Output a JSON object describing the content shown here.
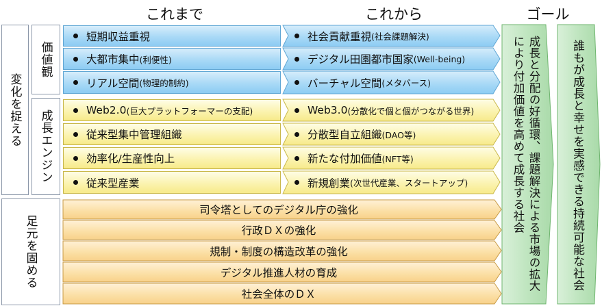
{
  "headers": {
    "current": "これまで",
    "future": "これから",
    "goal": "ゴール"
  },
  "left_labels": {
    "capture_change": "変化を捉える",
    "values": "価値観",
    "growth_engine": "成長エンジン",
    "foundation": "足元を固める"
  },
  "values_rows": [
    {
      "current": "短期収益重視",
      "future_main": "社会貢献重視",
      "future_sub": "(社会課題解決)"
    },
    {
      "current_main": "大都市集中",
      "current_sub": "(利便性)",
      "future_main": "デジタル田園都市国家",
      "future_sub": "(Well-being)"
    },
    {
      "current_main": "リアル空間",
      "current_sub": "(物理的制約)",
      "future_main": "バーチャル空間",
      "future_sub": "(メタバース)"
    }
  ],
  "growth_rows": [
    {
      "current_main": "Web2.0",
      "current_sub": "(巨大プラットフォーマーの支配)",
      "future_main": "Web3.0",
      "future_sub": "(分散化で個と個がつながる世界)"
    },
    {
      "current": "従来型集中管理組織",
      "future_main": "分散型自立組織",
      "future_sub": "(DAO等)"
    },
    {
      "current": "効率化/生産性向上",
      "future_main": "新たな付加価値",
      "future_sub": "(NFT等)"
    },
    {
      "current": "従来型産業",
      "future_main": "新規創業",
      "future_sub": "(次世代産業、スタートアップ)"
    }
  ],
  "foundation_rows": [
    "司令塔としてのデジタル庁の強化",
    "行政ＤＸの強化",
    "規制・制度の構造改革の強化",
    "デジタル推進人材の育成",
    "社会全体のＤＸ"
  ],
  "middle_arrow": {
    "col1": "成長と分配の好循環、課題解決による市場の拡大",
    "col2": "により付加価値を高めて成長する社会"
  },
  "goal_text": "誰もが成長と幸せを実感できる持続可能な社会",
  "colors": {
    "blue_fill": "#a9d9f6",
    "yellow_fill": "#fbf3b0",
    "orange_fill": "#fbdfa4",
    "green_fill": "#b8e2b8"
  }
}
